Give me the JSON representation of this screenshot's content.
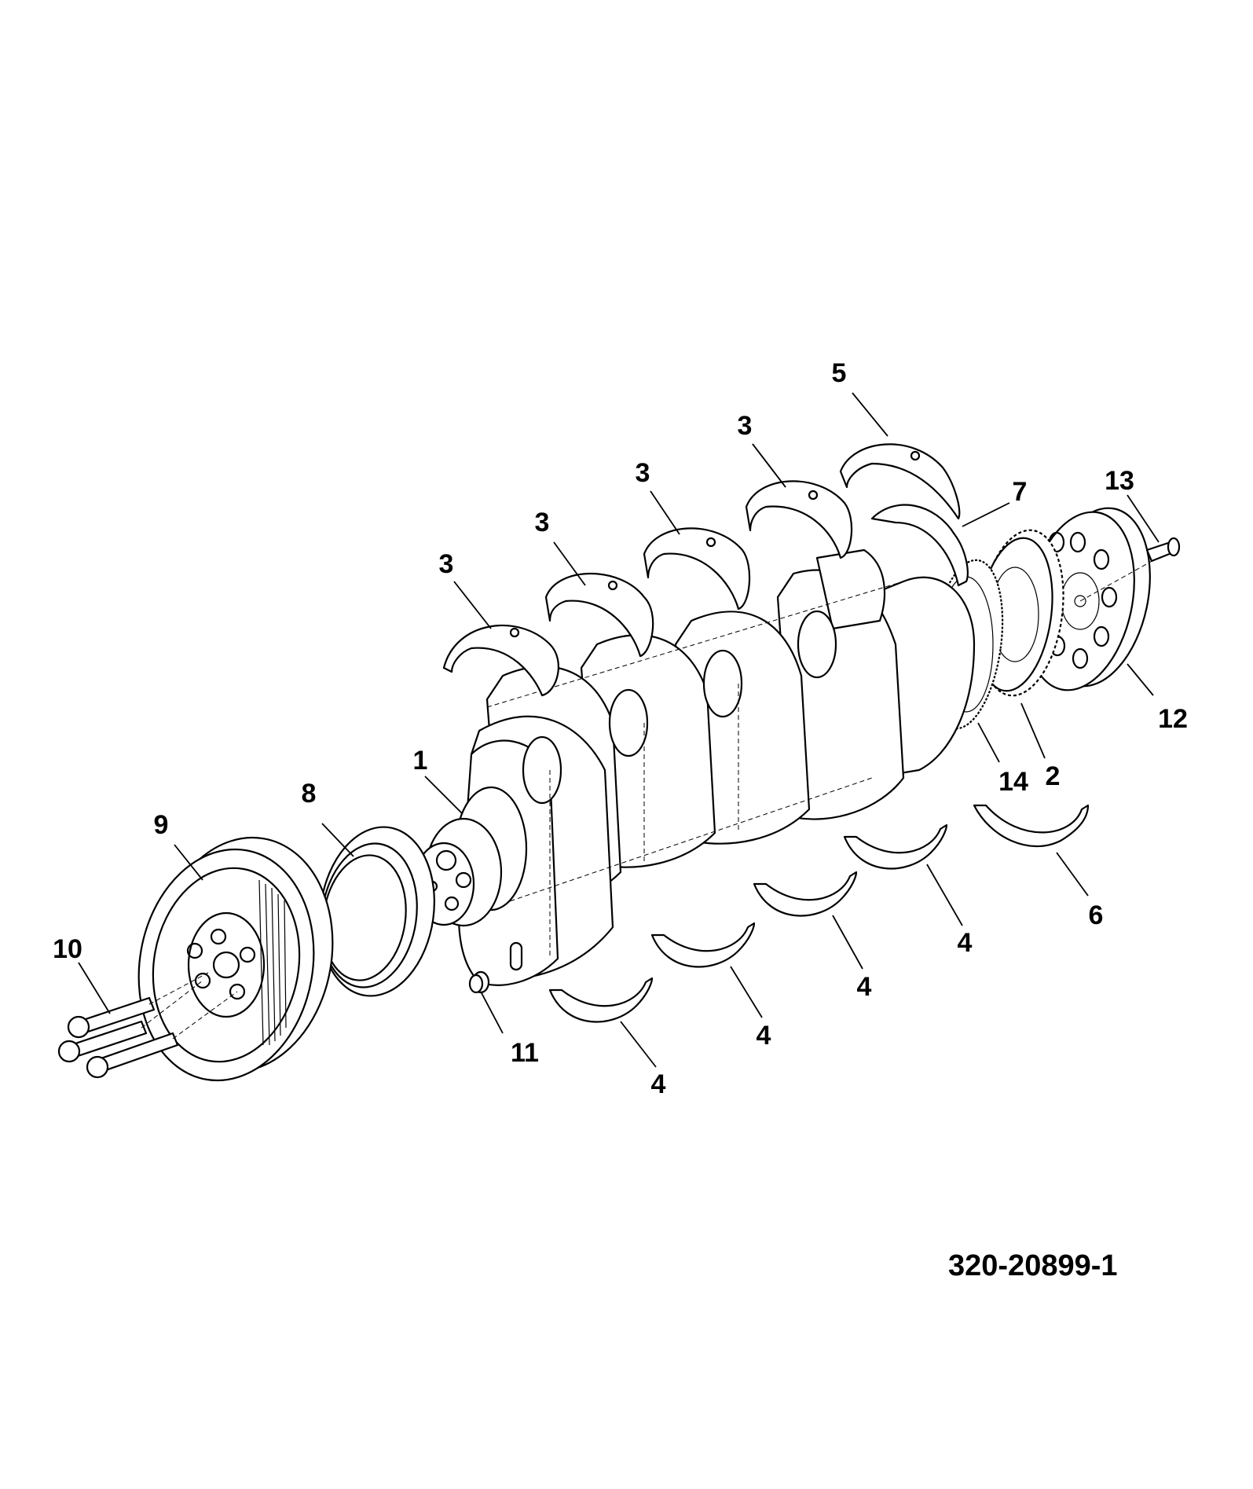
{
  "drawing_number": "320-20899-1",
  "callouts": {
    "c1": "1",
    "c2": "2",
    "c3a": "3",
    "c3b": "3",
    "c3c": "3",
    "c3d": "3",
    "c4a": "4",
    "c4b": "4",
    "c4c": "4",
    "c4d": "4",
    "c5": "5",
    "c6": "6",
    "c7": "7",
    "c8": "8",
    "c9": "9",
    "c10": "10",
    "c11": "11",
    "c12": "12",
    "c13": "13",
    "c14": "14"
  },
  "colors": {
    "line": "#000000",
    "background": "#ffffff"
  }
}
